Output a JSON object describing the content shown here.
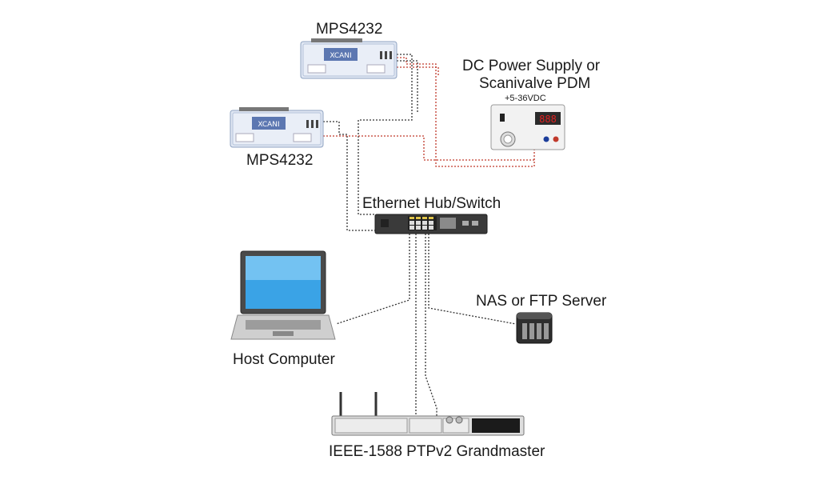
{
  "diagram": {
    "labels": {
      "mps_top": "MPS4232",
      "mps_left": "MPS4232",
      "power_line1": "DC Power Supply or",
      "power_line2": "Scanivalve PDM",
      "power_voltage": "+5-36VDC",
      "switch": "Ethernet Hub/Switch",
      "nas": "NAS or FTP Server",
      "host": "Host Computer",
      "ptp": "IEEE-1588 PTPv2 Grandmaster"
    },
    "devices": [
      {
        "id": "mps-top",
        "type": "scanner-module",
        "icon": "mps4232-module-icon"
      },
      {
        "id": "mps-left",
        "type": "scanner-module",
        "icon": "mps4232-module-icon"
      },
      {
        "id": "power",
        "type": "power-supply",
        "icon": "dc-power-supply-icon",
        "display": "888"
      },
      {
        "id": "switch",
        "type": "network-switch",
        "icon": "ethernet-switch-icon"
      },
      {
        "id": "host",
        "type": "laptop",
        "icon": "laptop-icon"
      },
      {
        "id": "nas",
        "type": "server",
        "icon": "nas-server-icon"
      },
      {
        "id": "ptp",
        "type": "rack-unit",
        "icon": "ptp-grandmaster-icon"
      }
    ],
    "connections": [
      {
        "from": "mps-top",
        "to": "switch",
        "kind": "ethernet",
        "style": "dotted",
        "color": "#333333"
      },
      {
        "from": "mps-left",
        "to": "switch",
        "kind": "ethernet",
        "style": "dotted",
        "color": "#333333"
      },
      {
        "from": "mps-top",
        "to": "power",
        "kind": "power",
        "style": "dotted",
        "color": "#c0392b"
      },
      {
        "from": "mps-left",
        "to": "power",
        "kind": "power",
        "style": "dotted",
        "color": "#c0392b"
      },
      {
        "from": "switch",
        "to": "host",
        "kind": "ethernet",
        "style": "dotted",
        "color": "#333333"
      },
      {
        "from": "switch",
        "to": "nas",
        "kind": "ethernet",
        "style": "dotted",
        "color": "#333333"
      },
      {
        "from": "switch",
        "to": "ptp",
        "kind": "ethernet",
        "style": "dotted",
        "color": "#333333"
      }
    ]
  }
}
